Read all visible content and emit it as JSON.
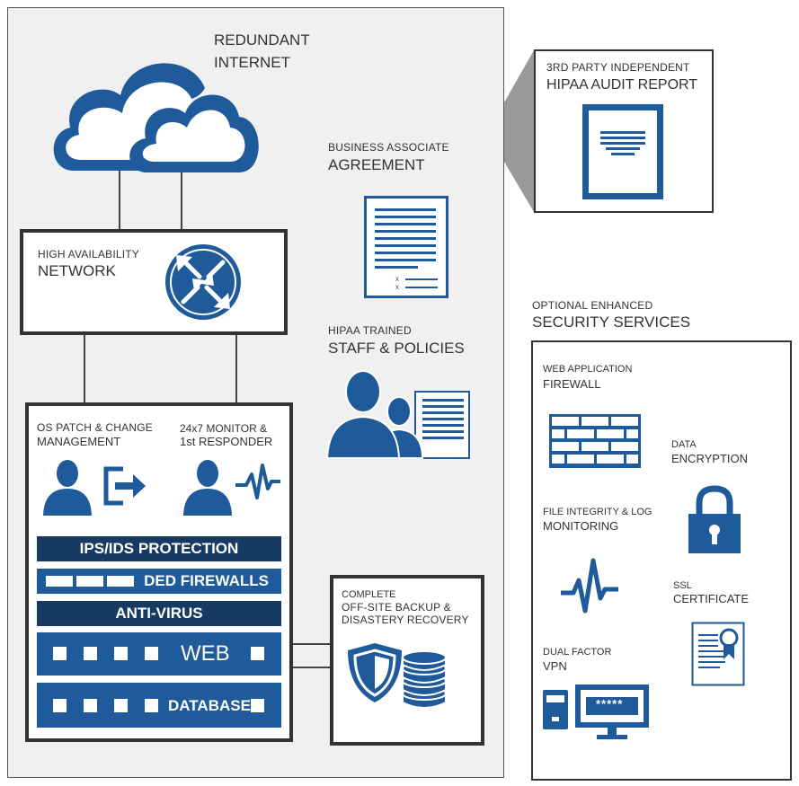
{
  "colors": {
    "dark_blue": "#173a63",
    "mid_blue": "#1f5a9a",
    "panel_gray": "#f0f0f0",
    "border": "#333333"
  },
  "internet": {
    "line1": "REDUNDANT",
    "line2": "INTERNET"
  },
  "network": {
    "line1": "HIGH AVAILABILITY",
    "line2": "NETWORK"
  },
  "baa": {
    "line1": "BUSINESS ASSOCIATE",
    "line2": "AGREEMENT",
    "x_marks": [
      "x",
      "x"
    ]
  },
  "staff": {
    "line1": "HIPAA TRAINED",
    "line2": "STAFF & POLICIES"
  },
  "audit": {
    "line1": "3RD PARTY INDEPENDENT",
    "line2": "HIPAA AUDIT REPORT"
  },
  "server": {
    "os_patch": {
      "line1": "OS PATCH & CHANGE",
      "line2": "MANAGEMENT"
    },
    "monitor": {
      "line1": "24x7 MONITOR &",
      "line2": "1st RESPONDER"
    },
    "bars": {
      "ips": "IPS/IDS PROTECTION",
      "firewalls": "DED FIREWALLS",
      "antivirus": "ANTI-VIRUS",
      "web": "WEB",
      "database": "DATABASE"
    }
  },
  "backup": {
    "line1": "COMPLETE",
    "line2": "OFF-SITE BACKUP &",
    "line3": "DISASTERY RECOVERY"
  },
  "optional": {
    "heading1": "OPTIONAL ENHANCED",
    "heading2": "SECURITY SERVICES",
    "waf": {
      "line1": "WEB APPLICATION",
      "line2": "FIREWALL"
    },
    "encryption": {
      "line1": "DATA",
      "line2": "ENCRYPTION"
    },
    "fim": {
      "line1": "FILE INTEGRITY & LOG",
      "line2": "MONITORING"
    },
    "ssl": {
      "line1": "SSL",
      "line2": "CERTIFICATE"
    },
    "vpn": {
      "line1": "DUAL FACTOR",
      "line2": "VPN",
      "password": "*****"
    }
  },
  "icons": [
    "cloud-icon",
    "network-router-icon",
    "document-icon",
    "staff-icon",
    "report-icon",
    "user-icon",
    "exit-arrow-icon",
    "heartbeat-icon",
    "shield-icon",
    "database-stack-icon",
    "brick-wall-icon",
    "padlock-icon",
    "certificate-icon",
    "phone-token-icon",
    "monitor-icon"
  ]
}
